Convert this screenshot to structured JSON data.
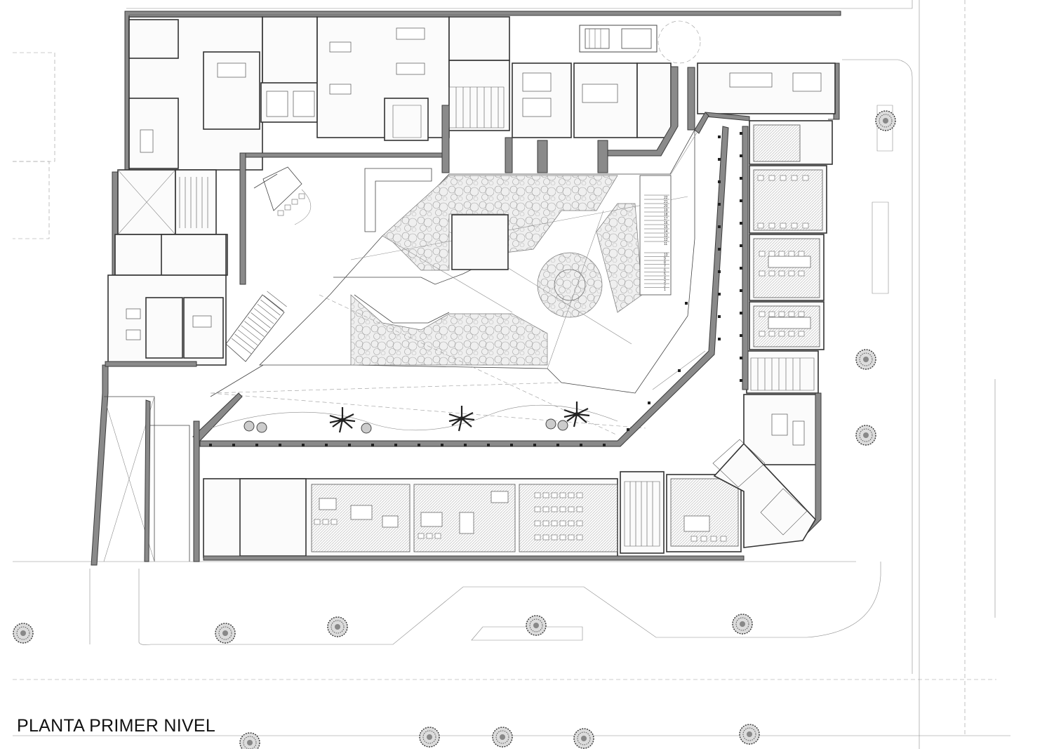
{
  "plan": {
    "title": "PLANTA PRIMER NIVEL",
    "stair_numbers_upper": [
      "22",
      "21",
      "20",
      "19",
      "18",
      "17",
      "16",
      "15",
      "14",
      "13",
      "12",
      "11"
    ],
    "stair_numbers_lower": [
      "10",
      "9",
      "8",
      "7",
      "6",
      "5",
      "4",
      "3",
      "2",
      "1"
    ]
  },
  "icons": {
    "tree": "tree-symbol",
    "palm": "palm-tree-symbol",
    "car": "parked-vehicle-symbol"
  },
  "colors": {
    "line": "#333333",
    "wall_fill": "#8a8a8a",
    "background": "#ffffff"
  }
}
